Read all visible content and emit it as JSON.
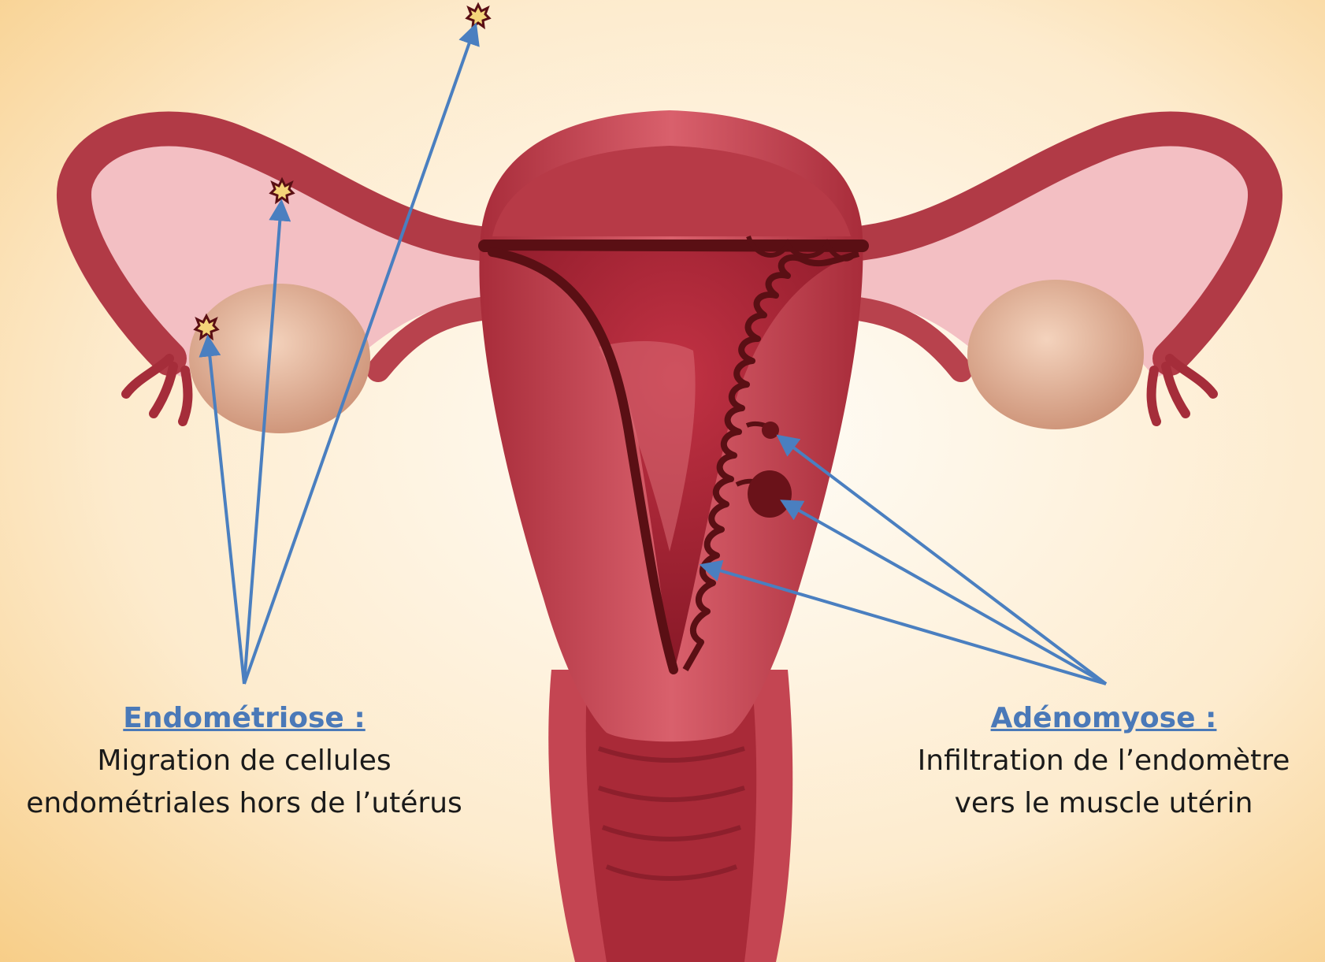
{
  "colors": {
    "background_light": "#fffdf8",
    "background_warm": "#f6c778",
    "tissue": "#c0404f",
    "tissue_dark": "#8a1f2a",
    "tissue_light": "#e8818a",
    "ovary": "#e9b59a",
    "fold_pink": "#f4c4c9",
    "lesion": "#5a0f14",
    "arrow": "#4a7fc0",
    "caption_title": "#4a79b8"
  },
  "endometriosis": {
    "title": "Endométriose :",
    "line1": "Migration de cellules",
    "line2": "endométriales hors de l’utérus"
  },
  "adenomyosis": {
    "title": "Adénomyose :",
    "line1": "Infiltration de l’endomètre",
    "line2": "vers le muscle utérin"
  }
}
